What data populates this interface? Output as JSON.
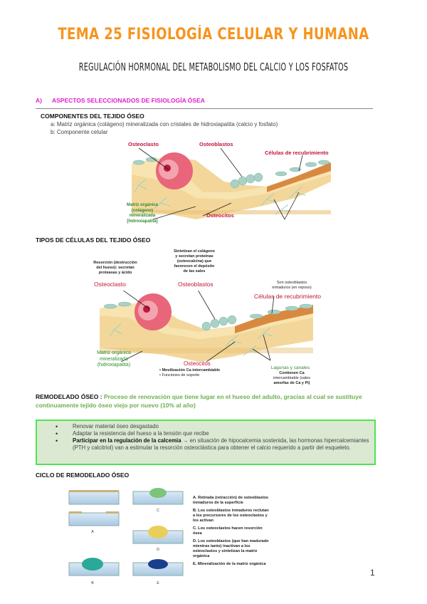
{
  "header": {
    "title": "TEMA 25 FISIOLOGÍA CELULAR Y HUMANA",
    "subtitle": "REGULACIÓN HORMONAL DEL METABOLISMO DEL CALCIO Y LOS FOSFATOS"
  },
  "section_a": {
    "marker": "A)",
    "title": "ASPECTOS SELECCIONADOS DE FISIOLOGÍA ÓSEA"
  },
  "componentes": {
    "heading": "COMPONENTES DEL TEJIDO ÓSEO",
    "items": [
      "a: Matriz orgánica (colágeno) mineralizada con cristales de hidroxiapatita (calcio y fosfato)",
      "b: Componente celular"
    ],
    "figure": {
      "osteoclasto": "Osteoclasto",
      "osteoblastos": "Osteoblastos",
      "recubrimiento": "Células de recubrimiento",
      "matriz": [
        "Matriz orgánica",
        "(colágeno)",
        "mineralizada",
        "[hidroxiapatita]"
      ],
      "osteocitos": "Osteocitos"
    }
  },
  "tipos": {
    "heading": "TIPOS DE CÉLULAS DEL TEJIDO ÓSEO",
    "figure": {
      "osteoclasto_desc": [
        "Resorción (destrucción",
        "del hueso): secretan",
        "proteasas y ácido"
      ],
      "osteoclasto": "Osteoclasto",
      "osteoblastos_desc": [
        "Sintetizan el colágeno",
        "y secretan proteínas",
        "(osteocalcina) que",
        "favorecen el depósito",
        "de las sales"
      ],
      "osteoblastos": "Osteoblastos",
      "recubrimiento_desc": [
        "Son osteoblastos",
        "inmaduros (en reposo)"
      ],
      "recubrimiento": "Células de recubrimiento",
      "matriz": [
        "Matriz orgánica",
        "mineralizada",
        "(hidroxiapatita)"
      ],
      "osteocitos": "Osteocitos",
      "osteocitos_desc": [
        "• Movilización Ca intercambiable",
        "• Funciones de soporte"
      ],
      "lagunas": "Lagunas y canales",
      "lagunas_desc": [
        "Contienen Ca",
        "intercambiable (sales",
        "amorfas de Ca y Pi)"
      ]
    }
  },
  "remodelado": {
    "label": "REMODELADO ÓSEO :",
    "text": "Proceso de renovación que tiene lugar en el hueso del adulto, gracias al cual se sustituye continuamente tejido óseo viejo por nuevo (10% al año)",
    "bullets": [
      {
        "bold": "",
        "text": "Renovar material óseo desgastado"
      },
      {
        "bold": "",
        "text": "Adaptar la resistencia del hueso a la tensión que recibe"
      },
      {
        "bold": "Participar en la regulación de la calcemia",
        "text": " → en situación de hipocalcemia sostenida, las hormonas hipercalcemiantes (PTH y calcitriol) van a estimular la resorción osteoclástica para obtener el calcio requerido a partir del esqueleto."
      }
    ]
  },
  "ciclo": {
    "heading": "CICLO DE REMODELADO ÓSEO",
    "panel_labels": [
      "A",
      "B",
      "C",
      "D",
      "E"
    ],
    "steps": [
      "A. Retirada (retracción) de osteoblastos inmaduros de la superficie",
      "B. Los osteoblastos inmaduros reclutan a los precursores de los osteoclastos y los activan",
      "C. Los osteoclastos hacen resorción ósea",
      "D. Los osteoblastos (que han madurado mientras tanto) inactivan a los osteoclastos y sintetizan la matriz orgánica",
      "E. Mineralización de la matriz orgánica"
    ]
  },
  "page_number": "1",
  "colors": {
    "title": "#f7941d",
    "section": "#e020c8",
    "label_red": "#c0163c",
    "label_green": "#2e8b2e",
    "remodel_text": "#6ab04c",
    "box_bg": "#dbe9d3",
    "box_border": "#4ee44e"
  }
}
